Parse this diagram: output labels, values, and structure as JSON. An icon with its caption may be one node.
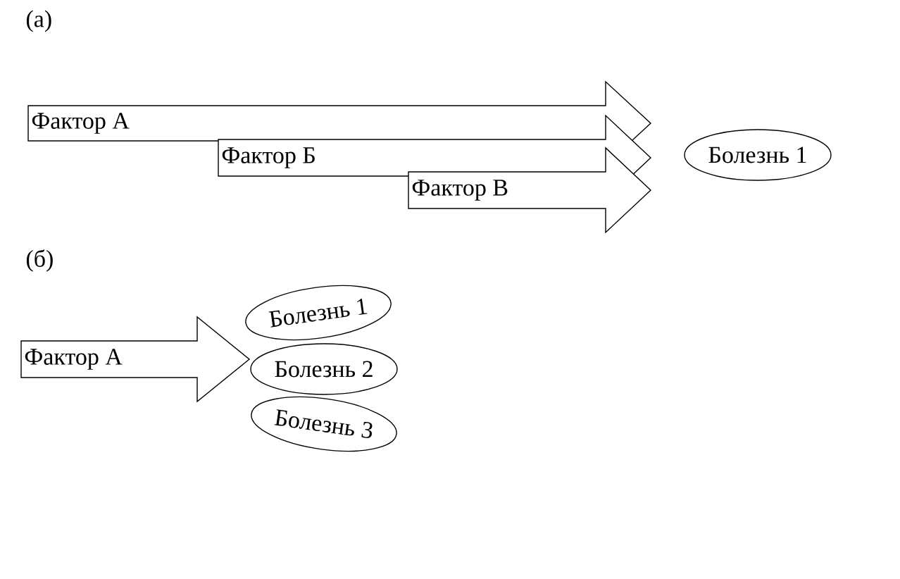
{
  "diagram": {
    "nodes": [
      {
        "text": [
          "Фактор А"
        ]
      },
      {
        "text": [
          "Фактор Б"
        ]
      },
      {
        "text": [
          "Фактор В"
        ]
      },
      {
        "text": [
          "Болезнь 1"
        ]
      },
      {
        "text": [
          "Фактор А"
        ]
      },
      {
        "text": [
          "Болезнь 1"
        ]
      },
      {
        "text": [
          "Болезнь 2"
        ]
      },
      {
        "text": [
          "Болезнь 3"
        ]
      }
    ],
    "labels": [
      "(а)",
      "(б)"
    ]
  }
}
